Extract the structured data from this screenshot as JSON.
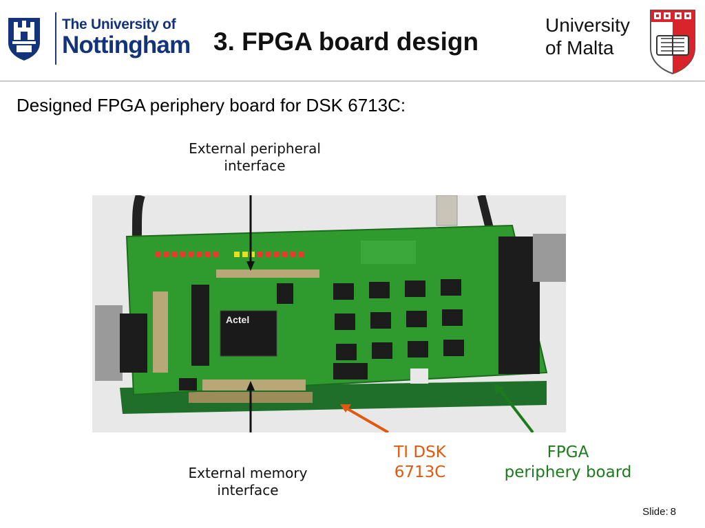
{
  "header": {
    "left_logo": {
      "line1": "The University of",
      "line2": "Nottingham"
    },
    "title": "3. FPGA board design",
    "right_logo": {
      "line1": "University",
      "line2": "of Malta"
    }
  },
  "content": {
    "subtitle": "Designed FPGA periphery board for DSK 6713C:"
  },
  "figure": {
    "labels": {
      "peripheral_line1": "External peripheral",
      "peripheral_line2": "interface",
      "memory_line1": "External memory",
      "memory_line2": "interface",
      "dsk_line1": "TI DSK",
      "dsk_line2": "6713C",
      "fpga_line1": "FPGA",
      "fpga_line2": "periphery board"
    },
    "chip_text": "Actel"
  },
  "footer": {
    "slide_label": "Slide:",
    "slide_number": "8"
  },
  "colors": {
    "nottingham_blue": "#13337a",
    "malta_red": "#d8242a",
    "dsk_arrow": "#e0590f",
    "fpga_arrow": "#1c7c1c",
    "pcb_green": "#2f9a2e"
  }
}
